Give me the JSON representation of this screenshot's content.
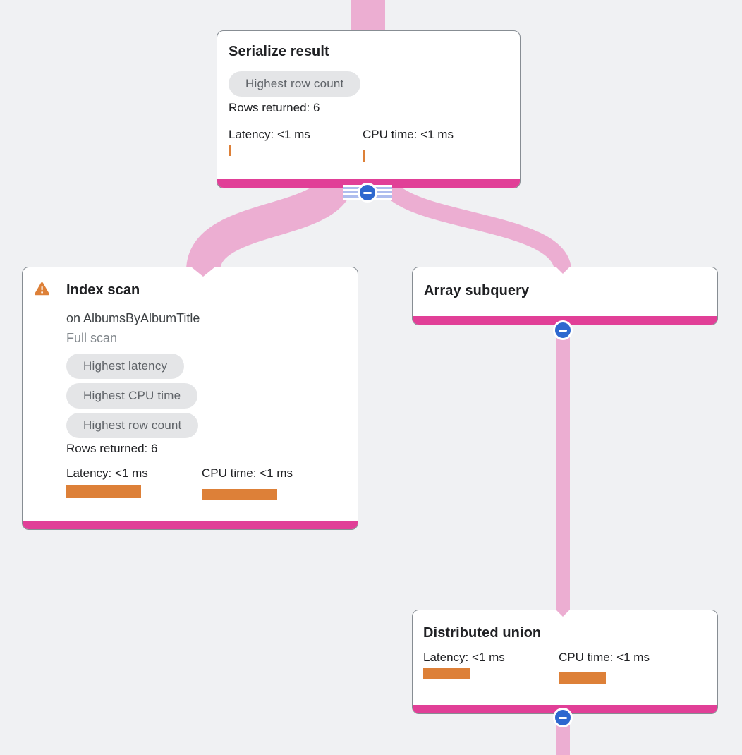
{
  "colors": {
    "background": "#f0f1f3",
    "card_background": "#ffffff",
    "card_border": "#878d93",
    "card_accent_bar": "#e13f97",
    "flow_link": "#ecaed2",
    "metric_bar": "#dd8038",
    "badge_background": "#e4e5e7",
    "badge_text": "#5f6368",
    "collapse_button_blue": "#2e68cf",
    "collapse_stripes": "#aebdee",
    "warning_orange": "#dd8038"
  },
  "icons": {
    "warning": "warning-triangle-exclamation",
    "collapse": "minus-in-circle"
  },
  "nodes": [
    {
      "title": "Serialize result",
      "badges": [
        "Highest row count"
      ],
      "rows_returned": "Rows returned: 6",
      "latency_label": "Latency: <1 ms",
      "cpu_label": "CPU time: <1 ms"
    },
    {
      "title": "Index scan",
      "subtitle": "on AlbumsByAlbumTitle",
      "note": "Full scan",
      "badges": [
        "Highest latency",
        "Highest CPU time",
        "Highest row count"
      ],
      "rows_returned": "Rows returned: 6",
      "latency_label": "Latency: <1 ms",
      "cpu_label": "CPU time: <1 ms"
    },
    {
      "title": "Array subquery"
    },
    {
      "title": "Distributed union",
      "latency_label": "Latency: <1 ms",
      "cpu_label": "CPU time: <1 ms"
    }
  ],
  "bars": {
    "serialize": {
      "latency": "4px",
      "cpu": "4px"
    },
    "index_scan": {
      "latency": "106px",
      "cpu": "107px"
    },
    "distributed_union": {
      "latency": "67px",
      "cpu": "67px"
    }
  }
}
